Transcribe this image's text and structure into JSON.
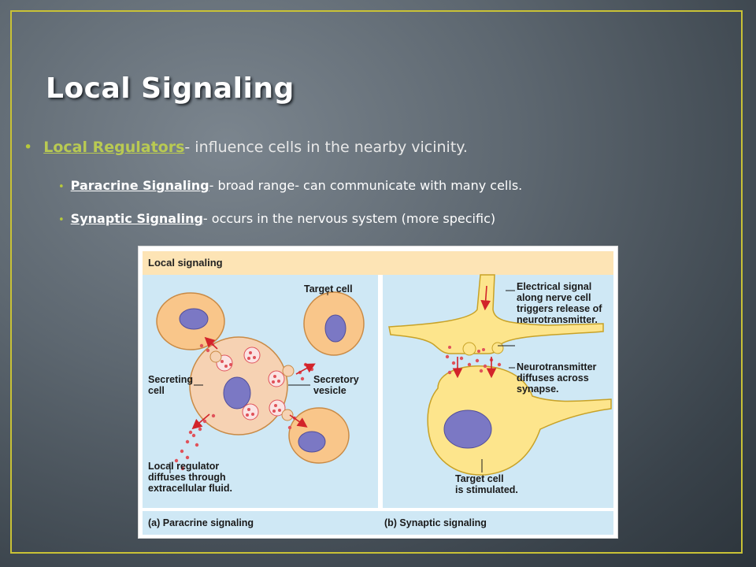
{
  "slide": {
    "title": "Local Signaling",
    "bullets": [
      {
        "term": "Local Regulators",
        "text": "- influence cells in the nearby vicinity.",
        "sub": [
          {
            "term": "Paracrine Signaling",
            "text": "- broad range- can communicate with many cells."
          },
          {
            "term": "Synaptic Signaling",
            "text": "- occurs in the nervous system (more specific)"
          }
        ]
      }
    ]
  },
  "figure": {
    "title": "Local signaling",
    "paracrine": {
      "target_cell": "Target cell",
      "secreting_cell_1": "Secreting",
      "secreting_cell_2": "cell",
      "secretory_vesicle_1": "Secretory",
      "secretory_vesicle_2": "vesicle",
      "local_regulator_1": "Local regulator",
      "local_regulator_2": "diffuses through",
      "local_regulator_3": "extracellular fluid.",
      "caption": "(a) Paracrine signaling"
    },
    "synaptic": {
      "electrical_1": "Electrical signal",
      "electrical_2": "along nerve cell",
      "electrical_3": "triggers release of",
      "electrical_4": "neurotransmitter.",
      "neuro_1": "Neurotransmitter",
      "neuro_2": "diffuses across",
      "neuro_3": "synapse.",
      "target_1": "Target cell",
      "target_2": "is stimulated.",
      "caption": "(b) Synaptic signaling"
    },
    "colors": {
      "background_blue": "#cfe8f5",
      "header_peach": "#fde4b5",
      "cell_fill": "#f9c68a",
      "nucleus": "#7b78c4",
      "neuron_fill": "#fde58c",
      "vesicle_dots": "#e0525a",
      "arrow_red": "#d2232a"
    }
  }
}
